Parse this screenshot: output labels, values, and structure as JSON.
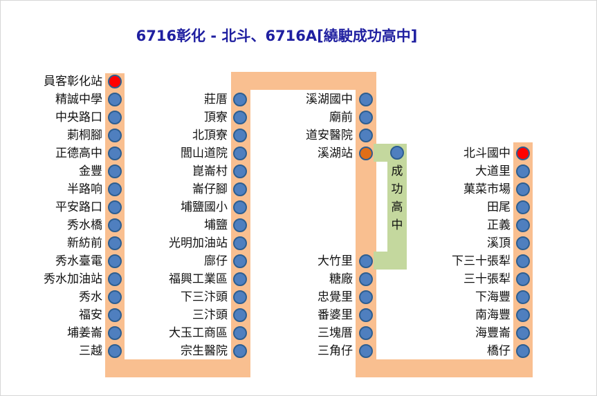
{
  "title": "6716彰化 - 北斗、6716A[繞駛成功高中]",
  "columns": [
    {
      "id": "col1",
      "stops": [
        {
          "name": "員客彰化站",
          "kind": "terminal"
        },
        {
          "name": "精誠中學"
        },
        {
          "name": "中央路口"
        },
        {
          "name": "莿桐腳"
        },
        {
          "name": "正德高中"
        },
        {
          "name": "金豐"
        },
        {
          "name": "半路响"
        },
        {
          "name": "平安路口"
        },
        {
          "name": "秀水橋"
        },
        {
          "name": "新紡前"
        },
        {
          "name": "秀水臺電"
        },
        {
          "name": "秀水加油站"
        },
        {
          "name": "秀水"
        },
        {
          "name": "福安"
        },
        {
          "name": "埔姜崙"
        },
        {
          "name": "三越"
        }
      ]
    },
    {
      "id": "col2",
      "stops": [
        {
          "name": "莊厝"
        },
        {
          "name": "頂寮"
        },
        {
          "name": "北頂寮"
        },
        {
          "name": "閭山道院"
        },
        {
          "name": "崑崙村"
        },
        {
          "name": "崙仔腳"
        },
        {
          "name": "埔鹽國小"
        },
        {
          "name": "埔鹽"
        },
        {
          "name": "光明加油站"
        },
        {
          "name": "廍仔"
        },
        {
          "name": "福興工業區"
        },
        {
          "name": "下三汴頭"
        },
        {
          "name": "三汴頭"
        },
        {
          "name": "大玉工商區"
        },
        {
          "name": "宗生醫院"
        }
      ]
    },
    {
      "id": "col3-top",
      "stops": [
        {
          "name": "溪湖國中"
        },
        {
          "name": "廟前"
        },
        {
          "name": "道安醫院"
        },
        {
          "name": "溪湖站",
          "kind": "branch"
        }
      ]
    },
    {
      "id": "col3-bottom",
      "stops": [
        {
          "name": "大竹里"
        },
        {
          "name": "糖廠"
        },
        {
          "name": "忠覺里"
        },
        {
          "name": "番婆里"
        },
        {
          "name": "三塊厝"
        },
        {
          "name": "三角仔"
        }
      ]
    },
    {
      "id": "col4",
      "stops": [
        {
          "name": "北斗國中",
          "kind": "terminal"
        },
        {
          "name": "大道里"
        },
        {
          "name": "菓菜市場"
        },
        {
          "name": "田尾"
        },
        {
          "name": "正義"
        },
        {
          "name": "溪頂"
        },
        {
          "name": "下三十張犁"
        },
        {
          "name": "三十張犁"
        },
        {
          "name": "下海豐"
        },
        {
          "name": "南海豐"
        },
        {
          "name": "海豐崙"
        },
        {
          "name": "橋仔"
        }
      ]
    }
  ],
  "branch": {
    "label_chars": [
      "成",
      "功",
      "高",
      "中"
    ],
    "color": "#c4d89e"
  },
  "colors": {
    "route": "#f9bf90",
    "stop_fill": "#4f7fbf",
    "stop_border": "#2d5e90",
    "terminal": "#ff0000",
    "branch_point": "#e06e18",
    "title": "#1f1fa0"
  }
}
